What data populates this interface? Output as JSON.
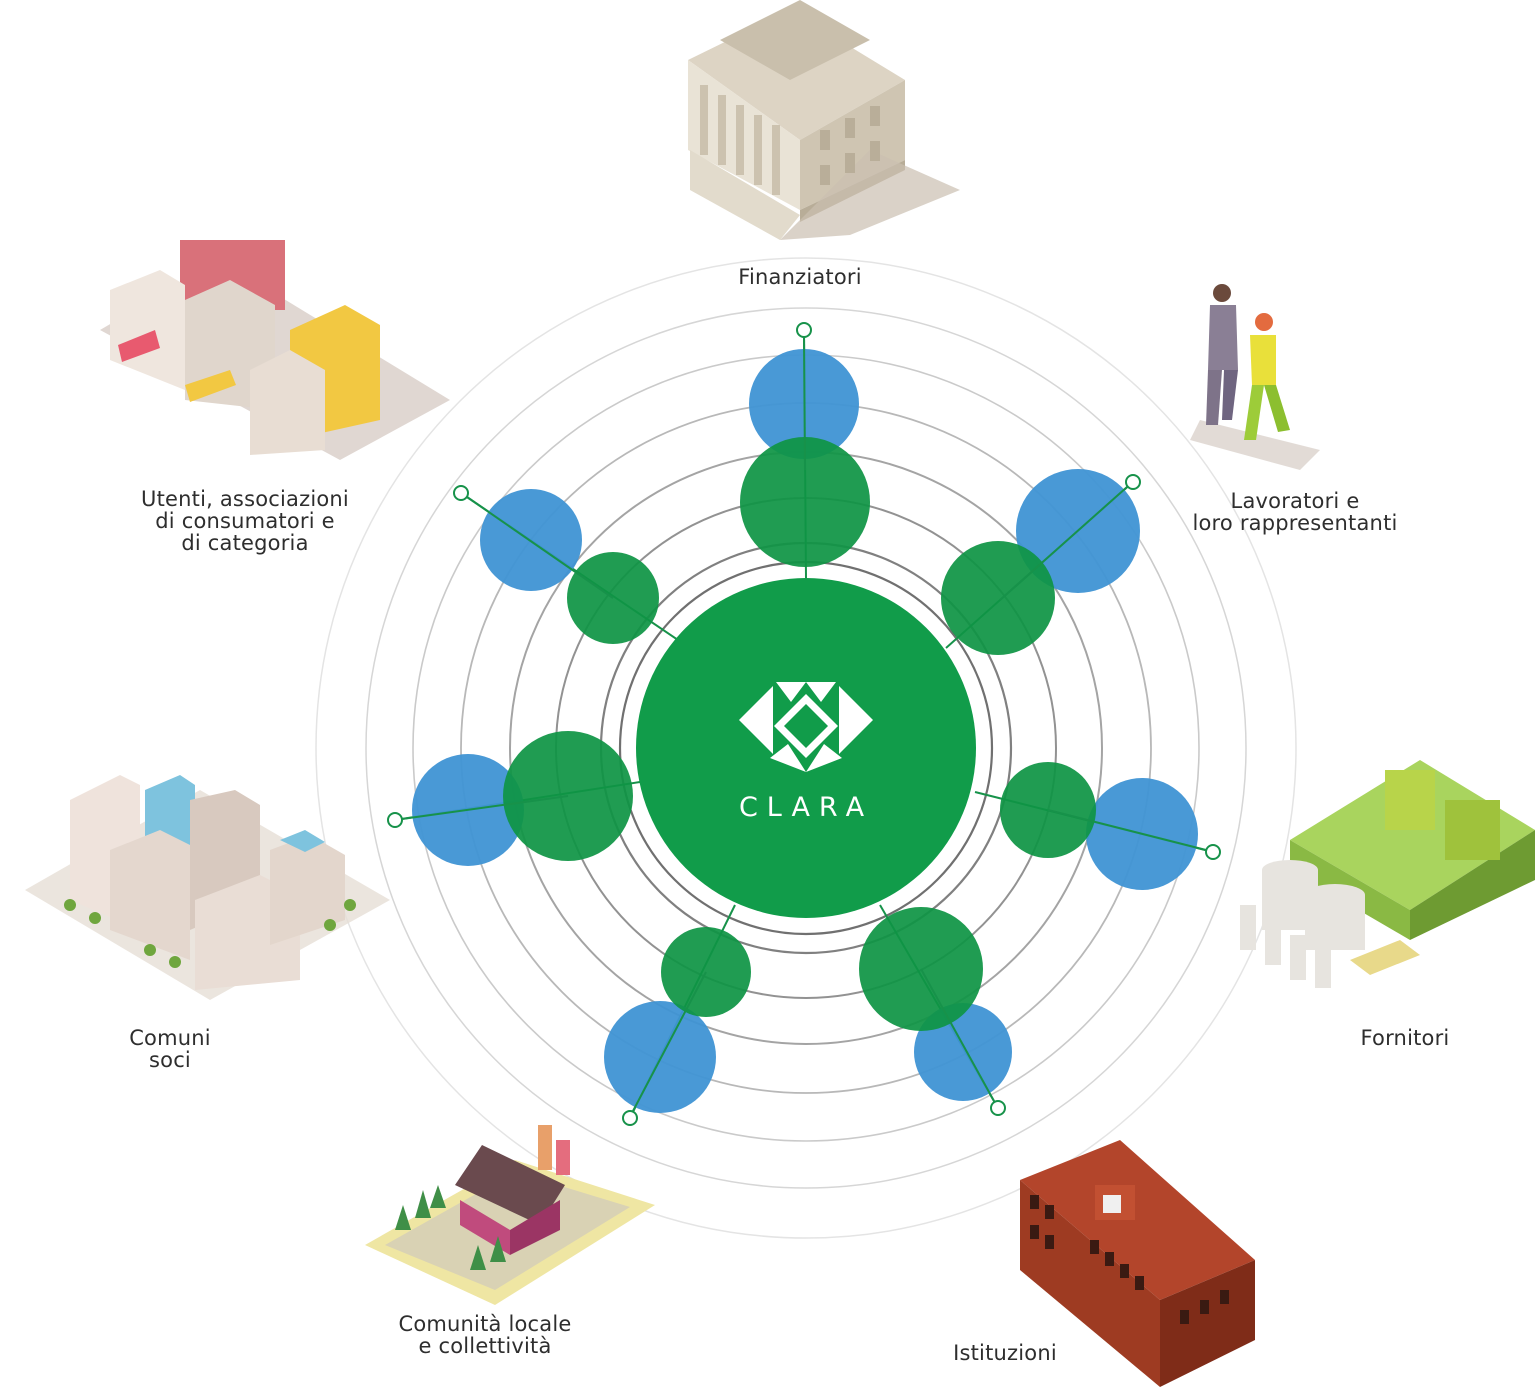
{
  "hub": {
    "name": "CLARA",
    "logo_icon": "clara-diamond-logo-icon"
  },
  "colors": {
    "hub_green": "#119c4a",
    "node_green": "#0f9545",
    "node_blue": "#3f94d4",
    "ring_dark": "#707070",
    "ring_light": "#cfcfcf",
    "connector": "#17924a",
    "label_text": "#2e2e2e"
  },
  "stakeholders": [
    {
      "id": "finanziatori",
      "lines": [
        "Finanziatori"
      ],
      "icon": "bank-building-icon"
    },
    {
      "id": "lavoratori",
      "lines": [
        "Lavoratori e",
        "loro rappresentanti"
      ],
      "icon": "walking-people-icon"
    },
    {
      "id": "fornitori",
      "lines": [
        "Fornitori"
      ],
      "icon": "factory-icon"
    },
    {
      "id": "istituzioni",
      "lines": [
        "Istituzioni"
      ],
      "icon": "city-hall-icon"
    },
    {
      "id": "comunita",
      "lines": [
        "Comunità locale",
        "e collettività"
      ],
      "icon": "house-icon"
    },
    {
      "id": "comuni",
      "lines": [
        "Comuni",
        "soci"
      ],
      "icon": "city-blocks-icon"
    },
    {
      "id": "utenti",
      "lines": [
        "Utenti, associazioni",
        "di consumatori e",
        "di categoria"
      ],
      "icon": "shops-street-icon"
    }
  ]
}
